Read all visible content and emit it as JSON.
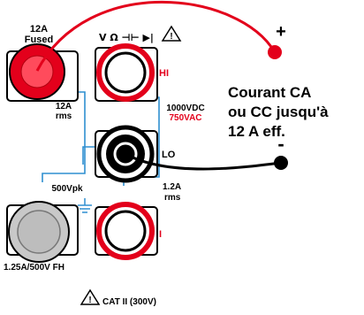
{
  "terminals": {
    "a_12": {
      "line1": "12A",
      "line2": "Fused"
    },
    "hi": {
      "modes": "V Ω ⊣⊢ ▶|",
      "label": "HI"
    },
    "lo": {
      "label": "LO"
    },
    "i": {
      "label": "I"
    },
    "fuse": {
      "label": "1.25A/500V FH"
    }
  },
  "ratings": {
    "a12_rms_top": "12A",
    "a12_rms_bottom": "rms",
    "vdc": "1000VDC",
    "vac": "750VAC",
    "pk": "500Vpk",
    "i_rms_top": "1.2A",
    "i_rms_bottom": "rms"
  },
  "probes": {
    "plus": "+",
    "minus": "-"
  },
  "annotation": {
    "line1": "Courant CA",
    "line2": "ou CC jusqu'à",
    "line3": "12 A eff."
  },
  "category": "CAT II (300V)",
  "colors": {
    "red": "#e3001b",
    "black": "#000000",
    "blue": "#2f8fd0",
    "gray": "#c8c8c8"
  }
}
